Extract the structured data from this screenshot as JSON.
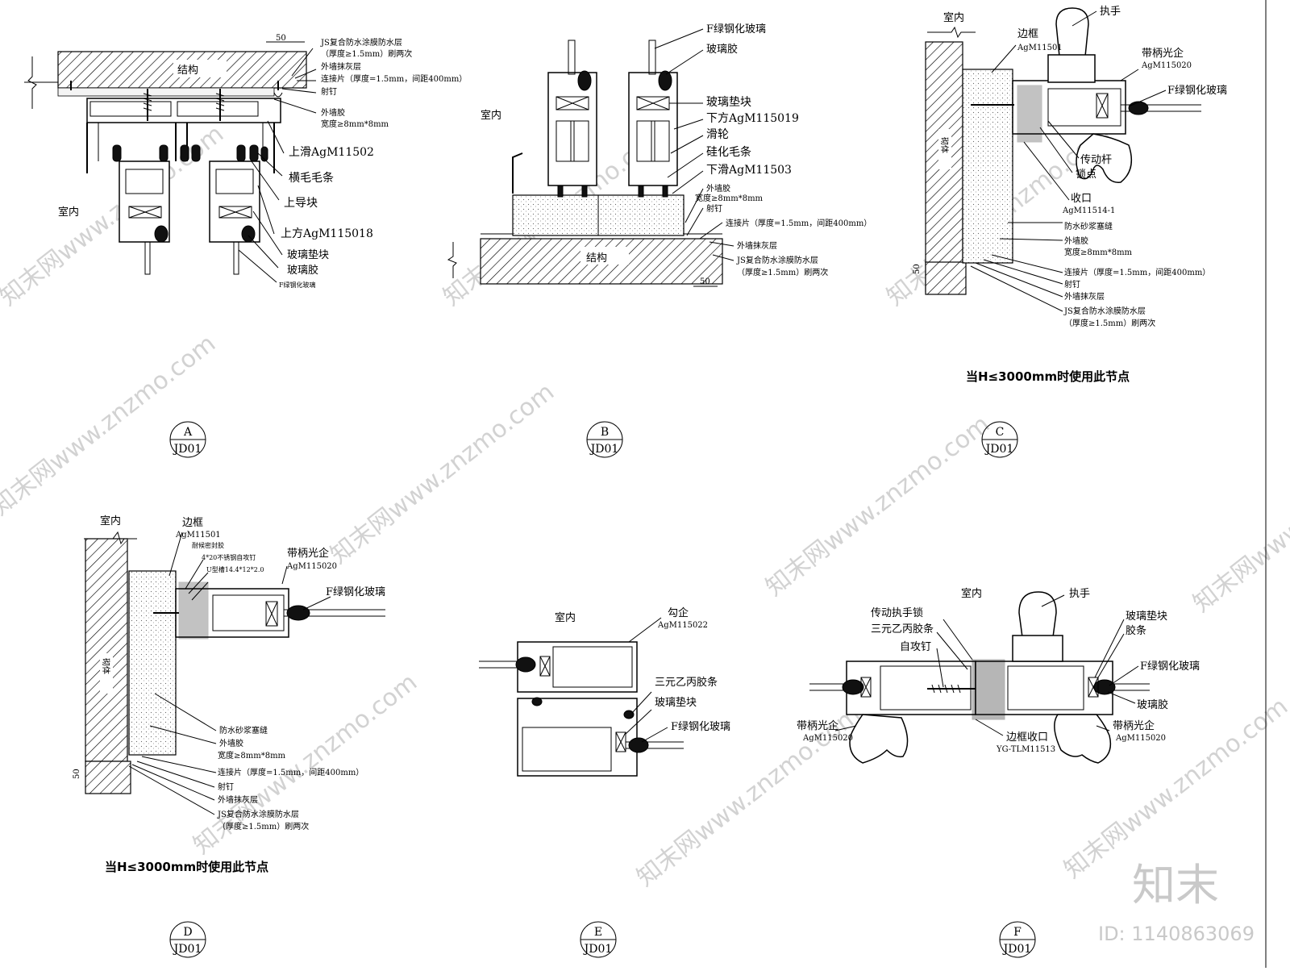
{
  "details": {
    "A": {
      "label_letter": "A",
      "label_sheet": "JD01",
      "structure": "结构",
      "indoor": "室内",
      "dim": "50",
      "callouts": [
        "JS复合防水涂膜防水层",
        "（厚度≥1.5mm）刷两次",
        "外墙抹灰层",
        "连接片（厚度=1.5mm，间距400mm）",
        "射钉",
        "外墙胶",
        "宽度≥8mm*8mm",
        "上滑AgM11502",
        "横毛毛条",
        "上导块",
        "上方AgM115018",
        "玻璃垫块",
        "玻璃胶",
        "F绿钢化玻璃"
      ]
    },
    "B": {
      "label_letter": "B",
      "label_sheet": "JD01",
      "structure": "结构",
      "indoor": "室内",
      "dim": "50",
      "callouts": [
        "F绿钢化玻璃",
        "玻璃胶",
        "玻璃垫块",
        "下方AgM115019",
        "滑轮",
        "硅化毛条",
        "下滑AgM11503",
        "外墙胶",
        "宽度≥8mm*8mm",
        "射钉",
        "连接片（厚度=1.5mm，间距400mm）",
        "外墙抹灰层",
        "JS复合防水涂膜防水层",
        "（厚度≥1.5mm）刷两次"
      ]
    },
    "C": {
      "label_letter": "C",
      "label_sheet": "JD01",
      "indoor": "室内",
      "wall": "砌体",
      "dim": "50",
      "note": "当H≤3000mm时使用此节点",
      "callouts": [
        "执手",
        "边框",
        "AgM11501",
        "带柄光企",
        "AgM115020",
        "F绿钢化玻璃",
        "传动杆",
        "锁点",
        "收口",
        "AgM11514-1",
        "防水砂浆塞缝",
        "外墙胶",
        "宽度≥8mm*8mm",
        "连接片（厚度=1.5mm，间距400mm）",
        "射钉",
        "外墙抹灰层",
        "JS复合防水涂膜防水层",
        "（厚度≥1.5mm）刷两次"
      ]
    },
    "D": {
      "label_letter": "D",
      "label_sheet": "JD01",
      "indoor": "室内",
      "wall": "砌体",
      "dim": "50",
      "note": "当H≤3000mm时使用此节点",
      "callouts": [
        "边框",
        "AgM11501",
        "耐候密封胶",
        "4*20不锈钢自攻钉",
        "U型槽14.4*12*2.0",
        "带柄光企",
        "AgM115020",
        "F绿钢化玻璃",
        "防水砂浆塞缝",
        "外墙胶",
        "宽度≥8mm*8mm",
        "连接片（厚度=1.5mm，间距400mm）",
        "射钉",
        "外墙抹灰层",
        "JS复合防水涂膜防水层",
        "（厚度≥1.5mm）刷两次"
      ]
    },
    "E": {
      "label_letter": "E",
      "label_sheet": "JD01",
      "indoor": "室内",
      "callouts": [
        "勾企",
        "AgM115022",
        "三元乙丙胶条",
        "玻璃垫块",
        "F绿钢化玻璃"
      ]
    },
    "F": {
      "label_letter": "F",
      "label_sheet": "JD01",
      "indoor": "室内",
      "callouts": [
        "执手",
        "传动执手锁",
        "三元乙丙胶条",
        "自攻钉",
        "玻璃垫块",
        "胶条",
        "F绿钢化玻璃",
        "玻璃胶",
        "带柄光企",
        "AgM115020",
        "边框收口",
        "YG-TLM11513",
        "带柄光企",
        "AgM115020"
      ]
    }
  },
  "watermark": {
    "text": "知末网www.znzmo.com",
    "logo": "知末",
    "id_text": "ID: 1140863069"
  }
}
